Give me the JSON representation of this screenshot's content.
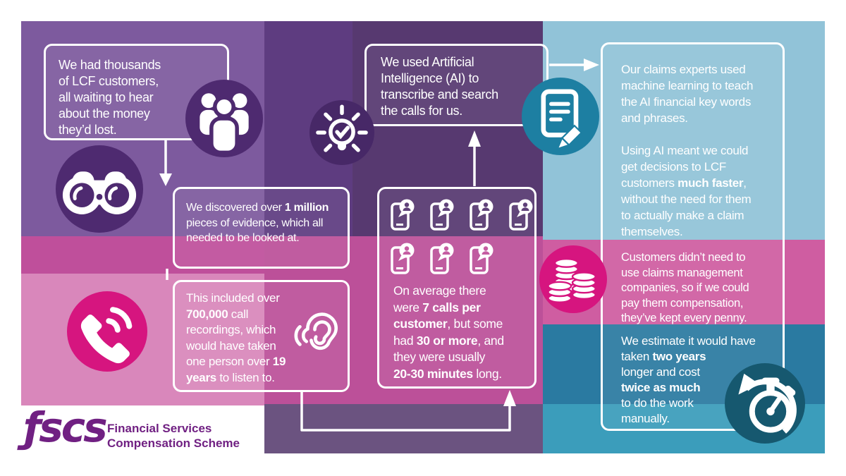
{
  "colors": {
    "purple_light": "#7d5a9e",
    "purple_mid": "#5e3c80",
    "purple_deep": "#573970",
    "purple_circle": "#4e2a70",
    "bulb_circle": "#472867",
    "pink_dark": "#bf4f9b",
    "pink_light": "#d987bb",
    "pink_mid": "#bc5099",
    "strip_bottom": "#6b5380",
    "magenta": "#d6157f",
    "blue_light": "#91c3d8",
    "teal_doc": "#1d7fa2",
    "pink_band_right": "#cf5da1",
    "teal_dark": "#2a7aa1",
    "teal_light": "#3b9dbb",
    "watch_circle": "#16586f",
    "logo_purple": "#702082",
    "cut_row1": "#5f4179",
    "cut_row2": "#c55da2",
    "text_white": "#ffffff"
  },
  "icons": [
    "people-group-icon",
    "binoculars-icon",
    "lightbulb-check-icon",
    "phone-handset-icon",
    "ear-listening-icon",
    "call-bubble-icon",
    "document-pencil-icon",
    "coin-stacks-icon",
    "stopwatch-icon"
  ],
  "boxes": {
    "customers": {
      "segments": [
        {
          "t": "We had thousands\nof LCF customers,\nall waiting to hear\nabout the money\nthey’d lost."
        }
      ]
    },
    "evidence": {
      "segments": [
        {
          "t": "We discovered over "
        },
        {
          "t": "1 million",
          "b": true
        },
        {
          "t": "\npieces of evidence, which all\nneeded to be looked at."
        }
      ]
    },
    "calls": {
      "segments": [
        {
          "t": "This included over\n"
        },
        {
          "t": "700,000",
          "b": true
        },
        {
          "t": " call\nrecordings, which\nwould have taken\none person over "
        },
        {
          "t": "19\nyears",
          "b": true
        },
        {
          "t": " to listen to."
        }
      ]
    },
    "ai": {
      "segments": [
        {
          "t": "We used Artificial\nIntelligence (AI) to\ntranscribe and search\nthe calls for us."
        }
      ]
    },
    "avg_calls": {
      "segments": [
        {
          "t": "On average there\nwere "
        },
        {
          "t": "7 calls per\ncustomer",
          "b": true
        },
        {
          "t": ", but some\nhad "
        },
        {
          "t": "30 or more",
          "b": true
        },
        {
          "t": ", and\nthey were usually\n"
        },
        {
          "t": "20-30 minutes",
          "b": true
        },
        {
          "t": " long."
        }
      ]
    },
    "experts": {
      "segments": [
        {
          "t": "Our claims experts used\nmachine learning to teach\nthe AI financial key words\nand phrases.\n\nUsing AI meant we could\nget decisions to LCF\ncustomers "
        },
        {
          "t": "much faster",
          "b": true
        },
        {
          "t": ",\nwithout the need for them\nto actually make a claim\nthemselves."
        }
      ]
    },
    "claims_mgmt": {
      "segments": [
        {
          "t": "Customers didn’t need to\nuse claims management\ncompanies, so if we could\npay them compensation,\nthey’ve kept every penny."
        }
      ]
    },
    "estimate": {
      "segments": [
        {
          "t": "We estimate it would have\ntaken "
        },
        {
          "t": "two years",
          "b": true
        },
        {
          "t": "\nlonger and cost\n"
        },
        {
          "t": "twice as much",
          "b": true
        },
        {
          "t": "\nto do the work\nmanually."
        }
      ]
    }
  },
  "logo": {
    "mark": "ƒscs",
    "tagline": "Financial Services\nCompensation Scheme"
  }
}
